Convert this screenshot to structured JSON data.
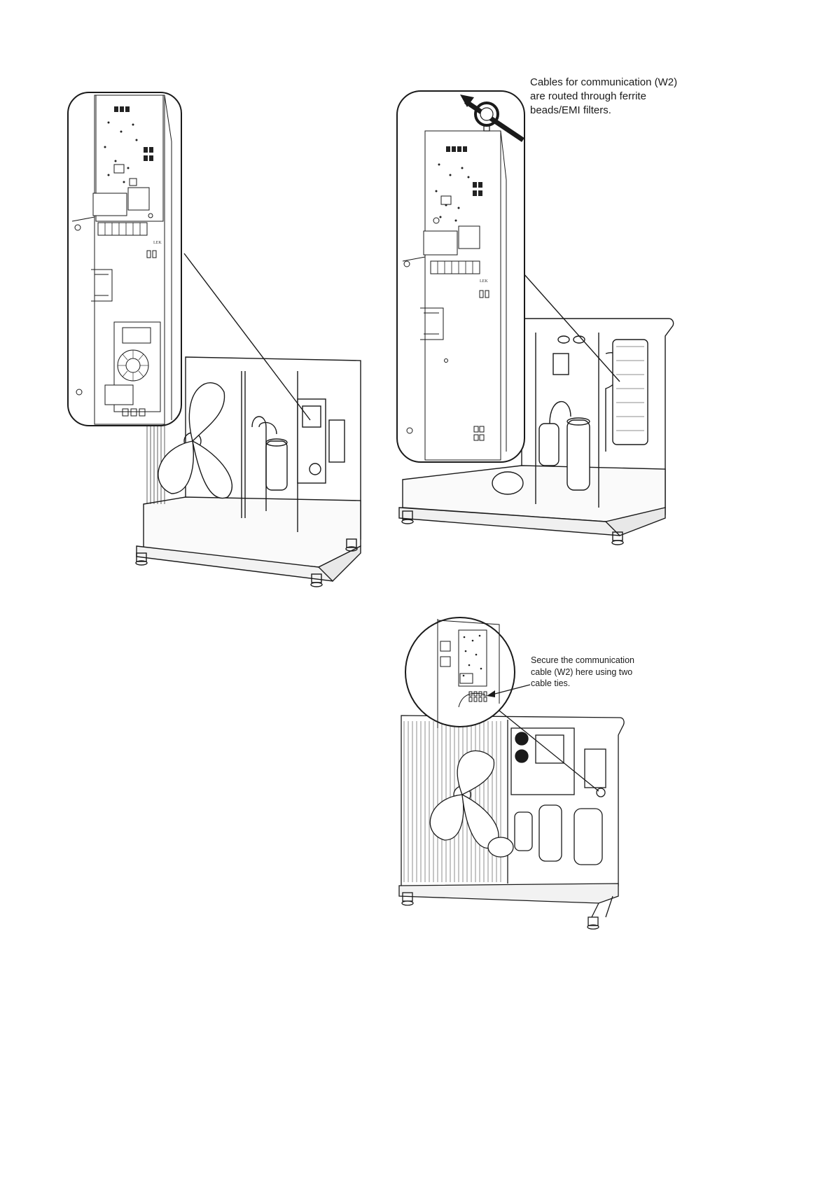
{
  "figures": [
    {
      "id": "figure-top-left",
      "board_marking": "LEK"
    },
    {
      "id": "figure-top-right",
      "board_marking": "LEK",
      "caption_lines": [
        "Cables for communication (W2)",
        "are routed through ferrite",
        "beads/EMI filters."
      ]
    },
    {
      "id": "figure-bottom-right",
      "caption_lines": [
        "Secure the communication",
        "cable (W2) here using two",
        "cable ties."
      ]
    }
  ]
}
